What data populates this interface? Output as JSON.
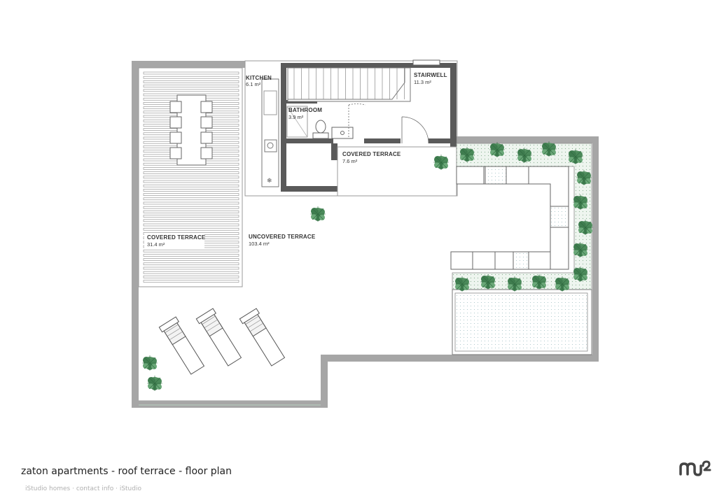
{
  "rooms": {
    "kitchen": {
      "name": "KITCHEN",
      "area": "6.1 m²"
    },
    "stairwell": {
      "name": "STAIRWELL",
      "area": "11.3 m²"
    },
    "bathroom": {
      "name": "BATHROOM",
      "area": "3.9 m²"
    },
    "covered_terrace_small": {
      "name": "COVERED TERRACE",
      "area": "7.6 m²"
    },
    "uncovered_terrace": {
      "name": "UNCOVERED TERRACE",
      "area": "103.4 m²"
    },
    "covered_terrace_large": {
      "name": "COVERED TERRACE",
      "area": "31.4 m²"
    }
  },
  "caption": "zaton apartments - roof terrace - floor plan",
  "footer": "iStudio homes · contact info · iStudio",
  "colors": {
    "wall": "#a6a6a6",
    "wall_dark": "#5a5a5a",
    "plant": "#4e8a5c",
    "pool": "#e3eef0",
    "planter": "#e4efe6"
  },
  "icons": {
    "logo": "brand-logo-icon",
    "plant": "plant-icon",
    "sun_lounger": "sun-lounger-icon"
  }
}
